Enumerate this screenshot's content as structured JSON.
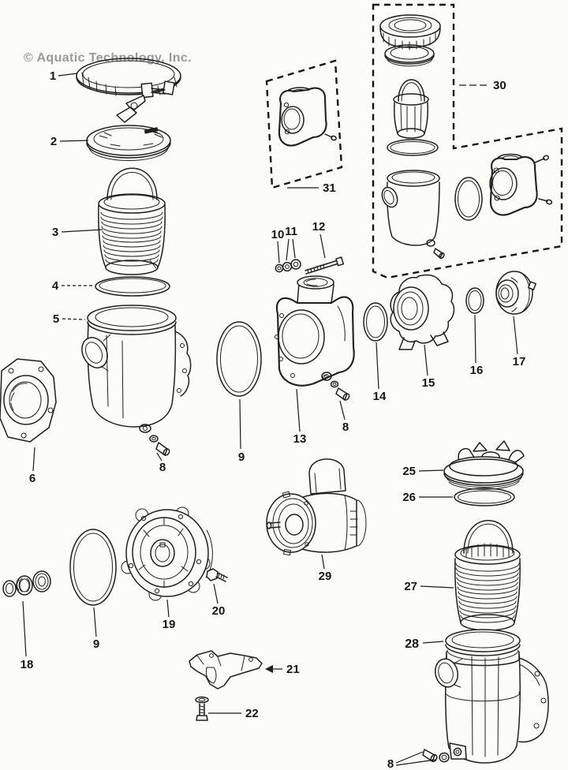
{
  "page": {
    "paper_color": "#fbfbf8",
    "ink_color": "#1f1f1f"
  },
  "watermark": {
    "text": "© Aquatic Technology, Inc.",
    "color": "#9a9a9a"
  },
  "callouts": {
    "c1": "1",
    "c2": "2",
    "c3": "3",
    "c4": "4",
    "c5": "5",
    "c6": "6",
    "c8a": "8",
    "c8b": "8",
    "c8c": "8",
    "c9a": "9",
    "c9b": "9",
    "c10": "10",
    "c11": "11",
    "c12": "12",
    "c13": "13",
    "c14": "14",
    "c15": "15",
    "c16": "16",
    "c17": "17",
    "c18": "18",
    "c19": "19",
    "c20": "20",
    "c21": "21",
    "c22": "22",
    "c25": "25",
    "c26": "26",
    "c27": "27",
    "c28": "28",
    "c29": "29",
    "c30": "30",
    "c31": "31"
  }
}
